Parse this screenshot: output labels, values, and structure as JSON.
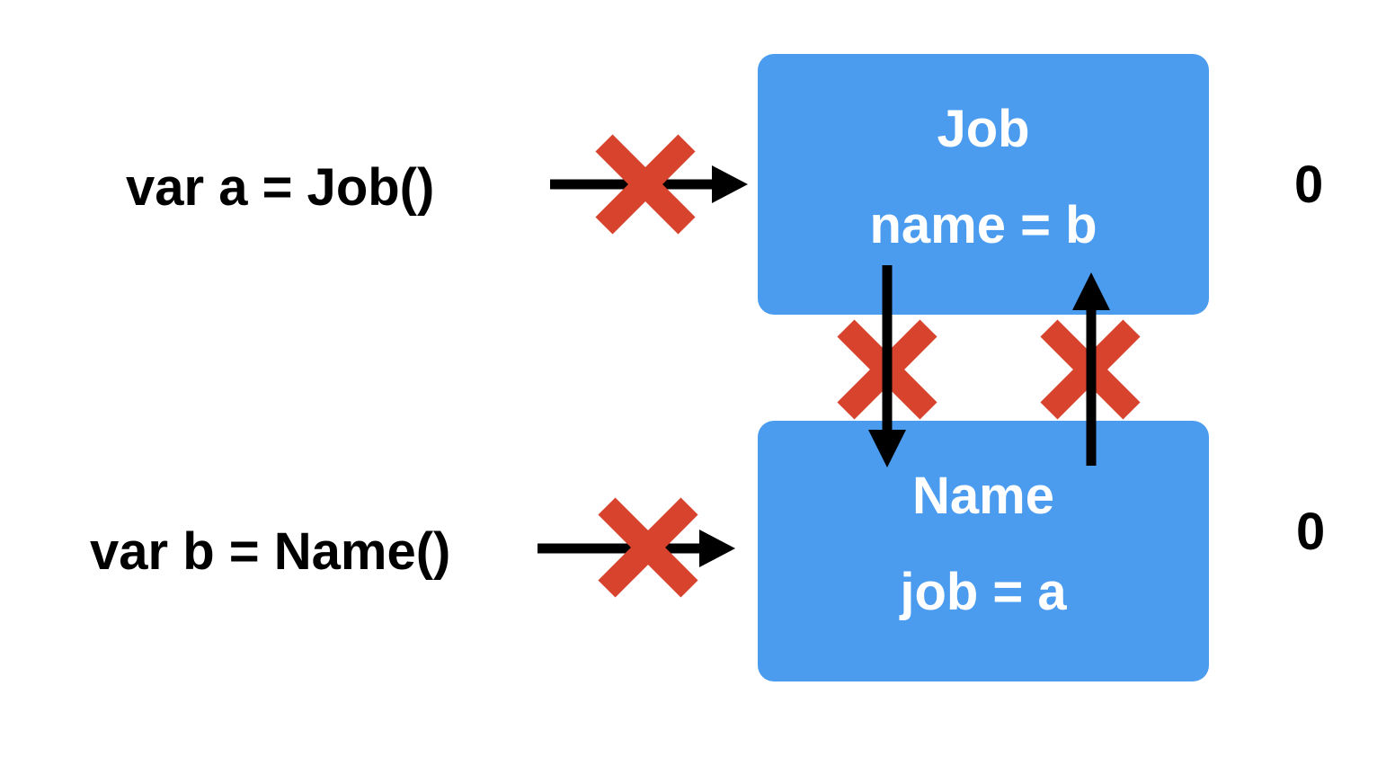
{
  "colors": {
    "background": "#ffffff",
    "box_fill": "#4B9CEF",
    "box_text": "#ffffff",
    "cross_red": "#D7432D",
    "arrow_black": "#000000",
    "label_text": "#000000"
  },
  "rows": [
    {
      "label": "var a = Job()",
      "box_title": "Job",
      "box_property": "name = b",
      "ref_count": "0"
    },
    {
      "label": "var b = Name()",
      "box_title": "Name",
      "box_property": "job = a",
      "ref_count": "0"
    }
  ],
  "icons": {
    "assignment_arrow": "arrow-right-icon",
    "reference_down": "arrow-down-icon",
    "reference_up": "arrow-up-icon",
    "broken_reference": "x-mark-icon"
  }
}
